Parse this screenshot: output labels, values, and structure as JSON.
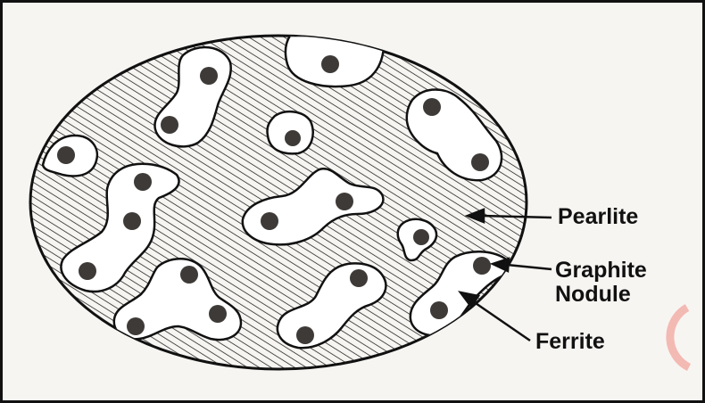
{
  "labels": {
    "pearlite": "Pearlite",
    "graphite": "Graphite",
    "nodule": "Nodule",
    "ferrite": "Ferrite"
  },
  "colors": {
    "ink": "#111111",
    "ferrite_fill": "#ffffff",
    "nodule_fill": "#3d3a38",
    "watermark": "#f3b9b3"
  }
}
